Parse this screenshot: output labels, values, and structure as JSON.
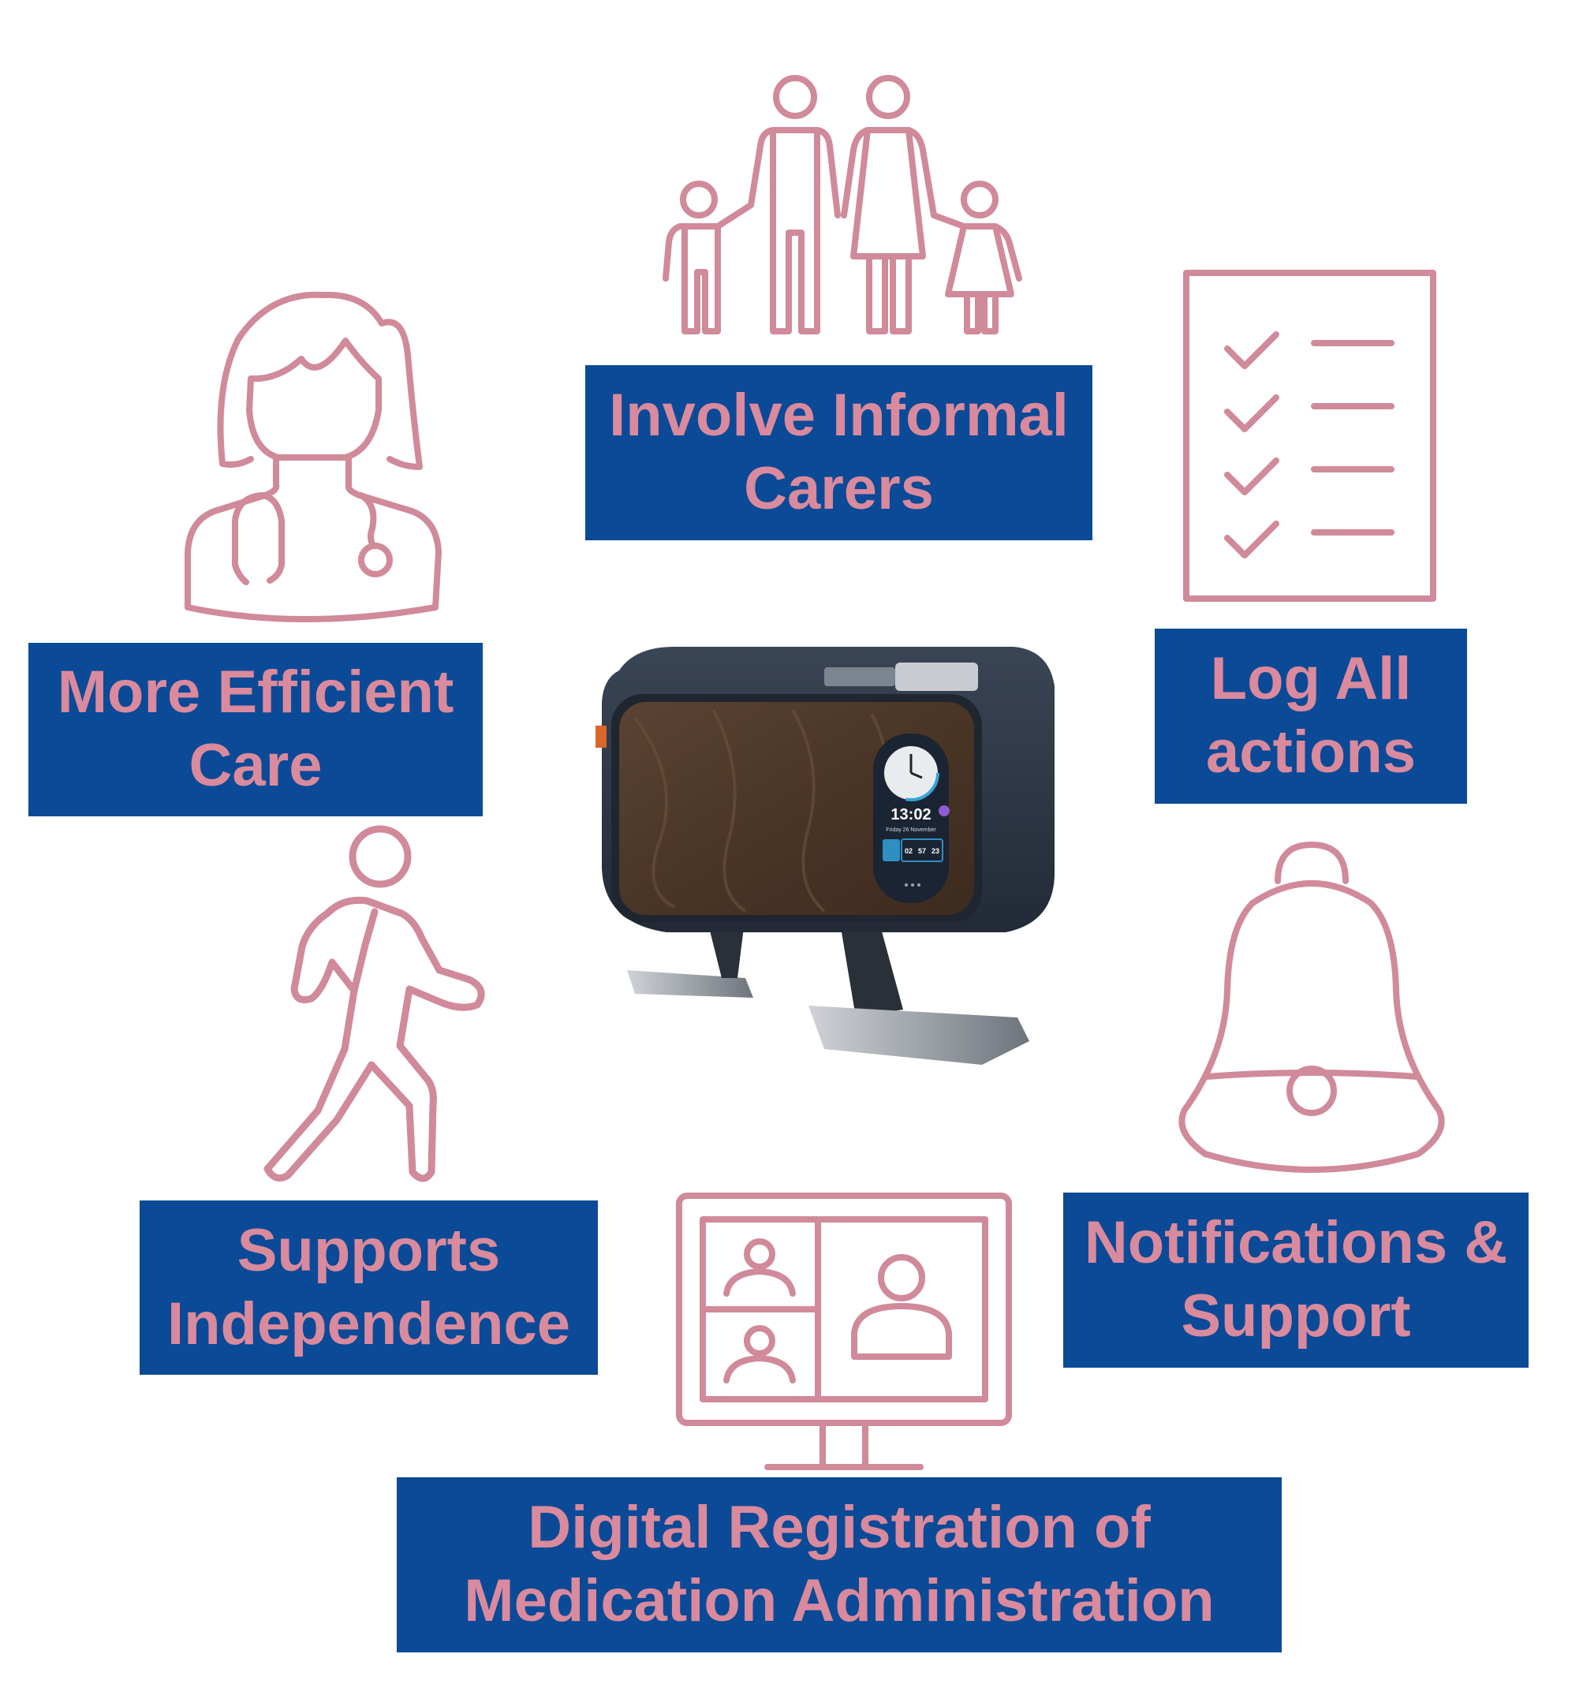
{
  "labels": {
    "informal_carers": [
      "Involve Informal",
      "Carers"
    ],
    "log_actions": [
      "Log All",
      "actions"
    ],
    "efficient_care": [
      "More Efficient",
      "Care"
    ],
    "independence": [
      "Supports",
      "Independence"
    ],
    "notifications": [
      "Notifications &",
      "Support"
    ],
    "digital_registration": [
      "Digital Registration of",
      "Medication Administration"
    ]
  },
  "device_screen": {
    "time": "13:02",
    "date": "Friday 26 November",
    "counters": [
      "02",
      "57",
      "23"
    ]
  },
  "icons": {
    "family": "family-icon",
    "checklist": "checklist-icon",
    "nurse": "nurse-icon",
    "walking": "walking-person-icon",
    "bell": "bell-icon",
    "video_call": "video-call-monitor-icon"
  },
  "colors": {
    "label_background": "#0b4a97",
    "label_text": "#d98a9d",
    "icon_stroke": "#d08a9a"
  }
}
